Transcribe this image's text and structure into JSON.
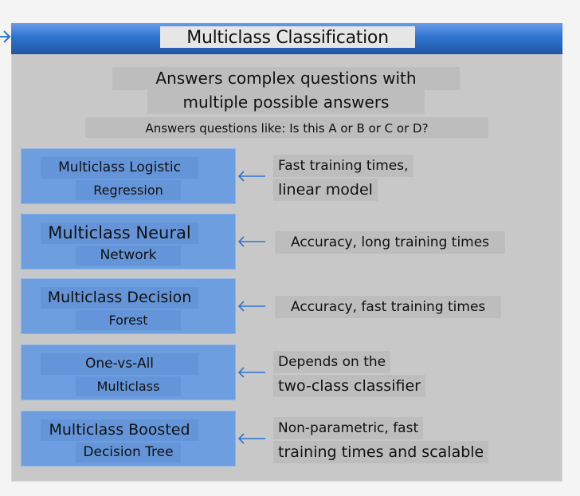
{
  "title": "Multiclass Classification",
  "subtitle_line1": "Answers complex questions with",
  "subtitle_line2": "multiple possible answers",
  "question": "Answers questions like: Is this A or B or C or D?",
  "algorithms": [
    {
      "line1": "Multiclass Logistic",
      "line2": "Regression",
      "note1": "Fast training times,",
      "note2": "linear model"
    },
    {
      "line1": "Multiclass Neural",
      "line2": "Network",
      "note1": "Accuracy, long training times",
      "note2": ""
    },
    {
      "line1": "Multiclass Decision",
      "line2": "Forest",
      "note1": "Accuracy, fast training times",
      "note2": ""
    },
    {
      "line1": "One-vs-All",
      "line2": "Multiclass",
      "note1": "Depends on the",
      "note2": "two-class classifier"
    },
    {
      "line1": "Multiclass Boosted",
      "line2": "Decision Tree",
      "note1": "Non-parametric, fast",
      "note2": "training times and scalable"
    }
  ],
  "colors": {
    "header": "#2e74d0",
    "box": "#6d9fe0",
    "arrow": "#2e74d0",
    "panel": "#c8c8c8"
  }
}
